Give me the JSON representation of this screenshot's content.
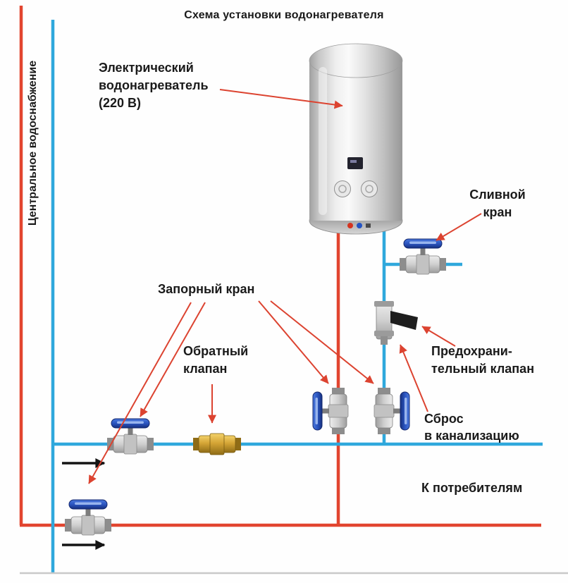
{
  "title": "Схема установки водонагревателя",
  "labels": {
    "central_supply": "Центральное водоснабжение",
    "heater": [
      "Электрический",
      "водонагреватель",
      "(220 В)"
    ],
    "drain_valve": [
      "Сливной",
      "кран"
    ],
    "shutoff_valve": "Запорный кран",
    "check_valve": [
      "Обратный",
      "клапан"
    ],
    "safety_valve": [
      "Предохрани-",
      "тельный клапан"
    ],
    "sewer": [
      "Сброс",
      "в канализацию"
    ],
    "consumers": "К потребителям"
  },
  "colors": {
    "cold_water_pipe": "#2FA8DC",
    "hot_water_pipe": "#E2452F",
    "annotation_arrow": "#DC4330",
    "flow_arrow": "#141414",
    "valve_handle_blue": "#2B55C0",
    "check_valve_brass": "#D4A435",
    "text": "#1A1A1A",
    "background": "#FEFEFE"
  }
}
